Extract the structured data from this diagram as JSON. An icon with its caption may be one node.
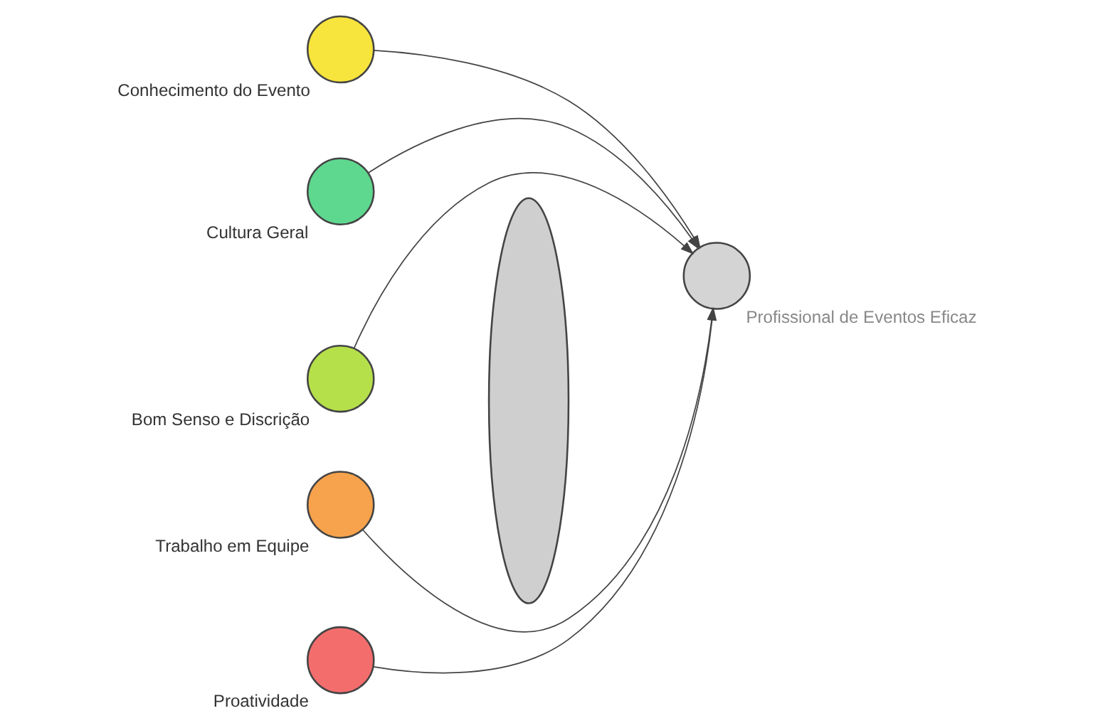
{
  "diagram": {
    "nodes": [
      {
        "text": [
          "Conhecimento do Evento"
        ]
      },
      {
        "text": [
          "Cultura Geral"
        ]
      },
      {
        "text": [
          "Bom Senso e Discrição"
        ]
      },
      {
        "text": [
          "Trabalho em Equipe"
        ]
      },
      {
        "text": [
          "Proatividade"
        ]
      },
      {
        "text": [],
        "shape": "lens"
      },
      {
        "text": [
          "Profissional de Eventos Eficaz"
        ]
      }
    ],
    "edges": [
      {
        "from": 0,
        "to": 6,
        "arrow": "to"
      },
      {
        "from": 1,
        "to": 6,
        "arrow": "to"
      },
      {
        "from": 2,
        "to": 6,
        "arrow": "to"
      },
      {
        "from": 3,
        "to": 6,
        "arrow": "to"
      },
      {
        "from": 4,
        "to": 6,
        "arrow": "to"
      }
    ]
  }
}
